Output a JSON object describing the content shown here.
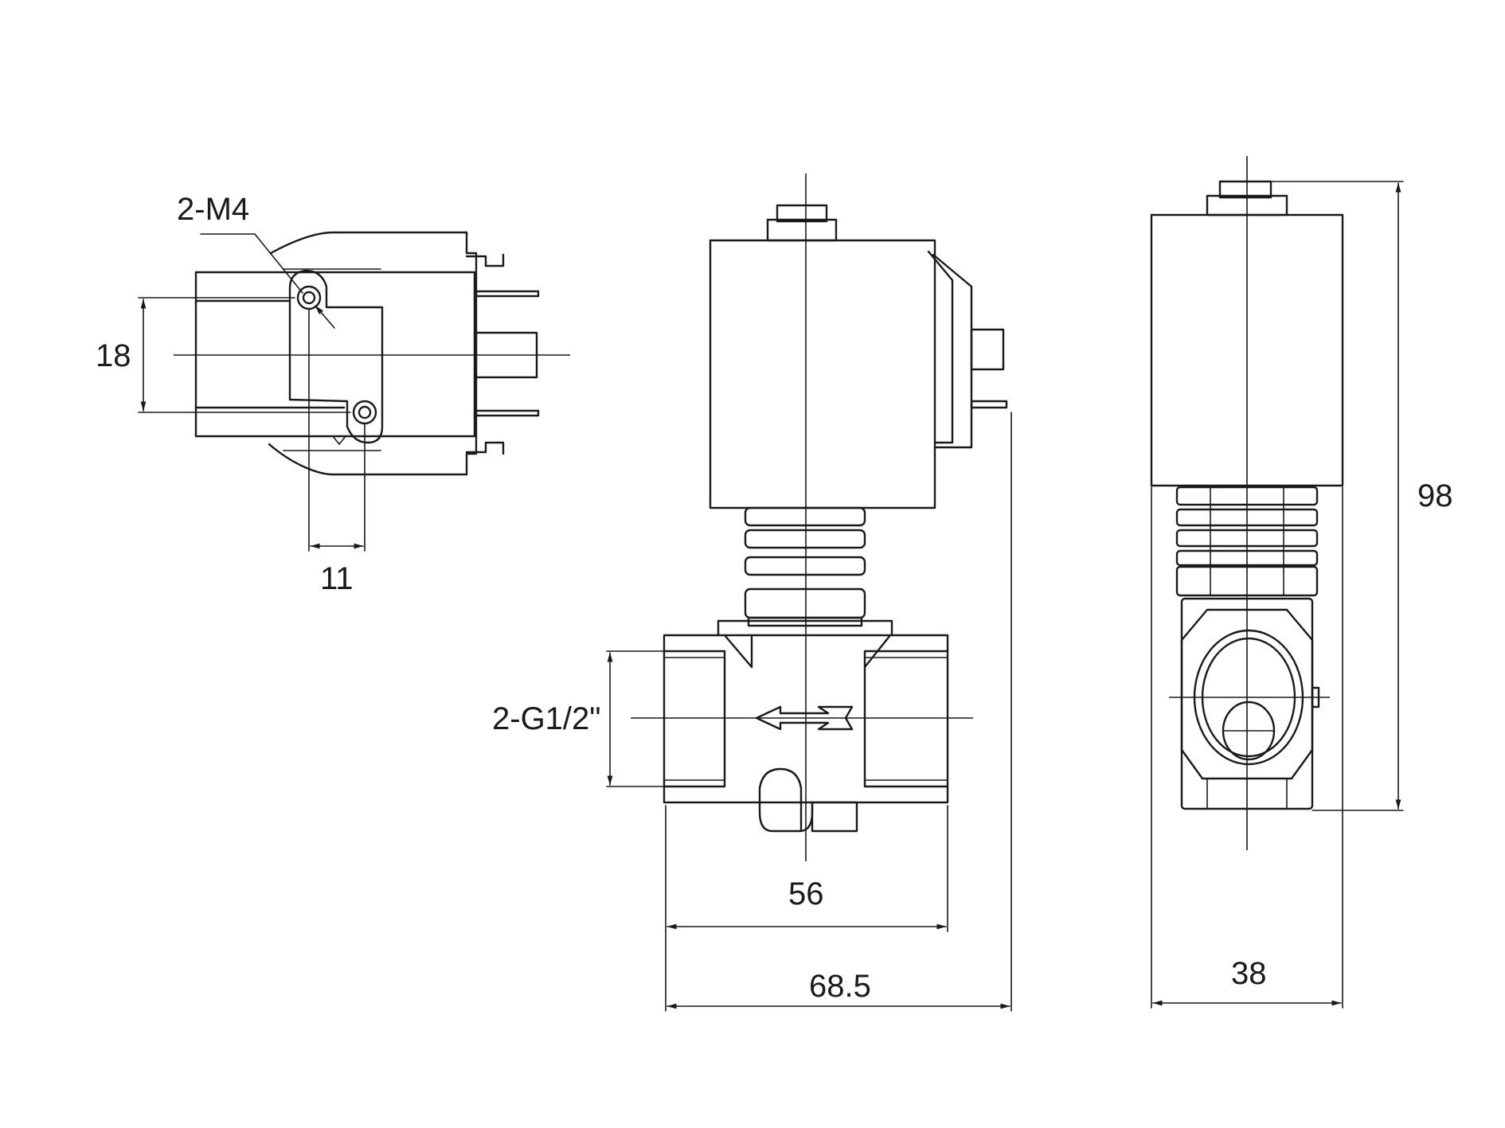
{
  "dimensions": {
    "thread_holes": "2-M4",
    "hole_spacing_vertical": "18",
    "hole_spacing_horizontal": "11",
    "port_thread": "2-G1/2\"",
    "body_length": "56",
    "total_width": "68.5",
    "total_height": "98",
    "side_width": "38"
  }
}
